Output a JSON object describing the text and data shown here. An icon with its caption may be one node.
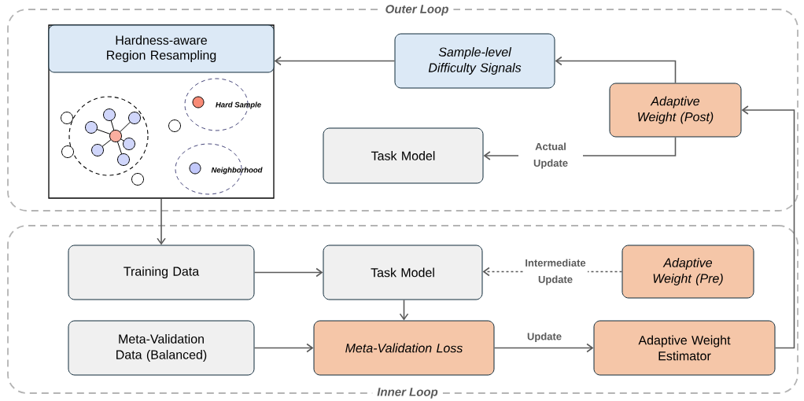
{
  "diagram": {
    "nodes": [
      {
        "text": [
          "Outer Loop"
        ]
      },
      {
        "text": [
          "Hardness-aware Region Resampling"
        ],
        "in": 0
      },
      {
        "text": [
          "Hard Sample"
        ],
        "in": 1
      },
      {
        "text": [
          "Neighborhood"
        ],
        "in": 1
      },
      {
        "text": [
          "Sample-level Difficulty Signals"
        ],
        "in": 0
      },
      {
        "text": [
          "Adaptive Weight (Post)"
        ],
        "in": 0
      },
      {
        "text": [
          "Task Model"
        ],
        "in": 0
      },
      {
        "text": [
          "Inner Loop"
        ]
      },
      {
        "text": [
          "Training Data"
        ],
        "in": 7
      },
      {
        "text": [
          "Task Model"
        ],
        "in": 7
      },
      {
        "text": [
          "Adaptive Weight (Pre)"
        ],
        "in": 7
      },
      {
        "text": [
          "Meta-Validation Data (Balanced)"
        ],
        "in": 7
      },
      {
        "text": [
          "Meta-Validation Loss"
        ],
        "in": 7
      },
      {
        "text": [
          "Adaptive Weight Estimator"
        ],
        "in": 7
      }
    ],
    "edges": [
      {
        "from": 4,
        "to": 1,
        "arrow": "to"
      },
      {
        "from": 5,
        "to": 4,
        "arrow": "to"
      },
      {
        "from": 5,
        "to": 6,
        "arrow": "to",
        "label": "Actual Update"
      },
      {
        "from": 1,
        "to": 8,
        "arrow": "to"
      },
      {
        "from": 8,
        "to": 9,
        "arrow": "to"
      },
      {
        "from": 10,
        "to": 9,
        "arrow": "to",
        "label": "Intermediate Update",
        "style": "dashed"
      },
      {
        "from": 9,
        "to": 12,
        "arrow": "to"
      },
      {
        "from": 11,
        "to": 12,
        "arrow": "to"
      },
      {
        "from": 12,
        "to": 13,
        "arrow": "to",
        "label": "Update"
      },
      {
        "from": 13,
        "to": 5,
        "arrow": "to"
      }
    ]
  }
}
